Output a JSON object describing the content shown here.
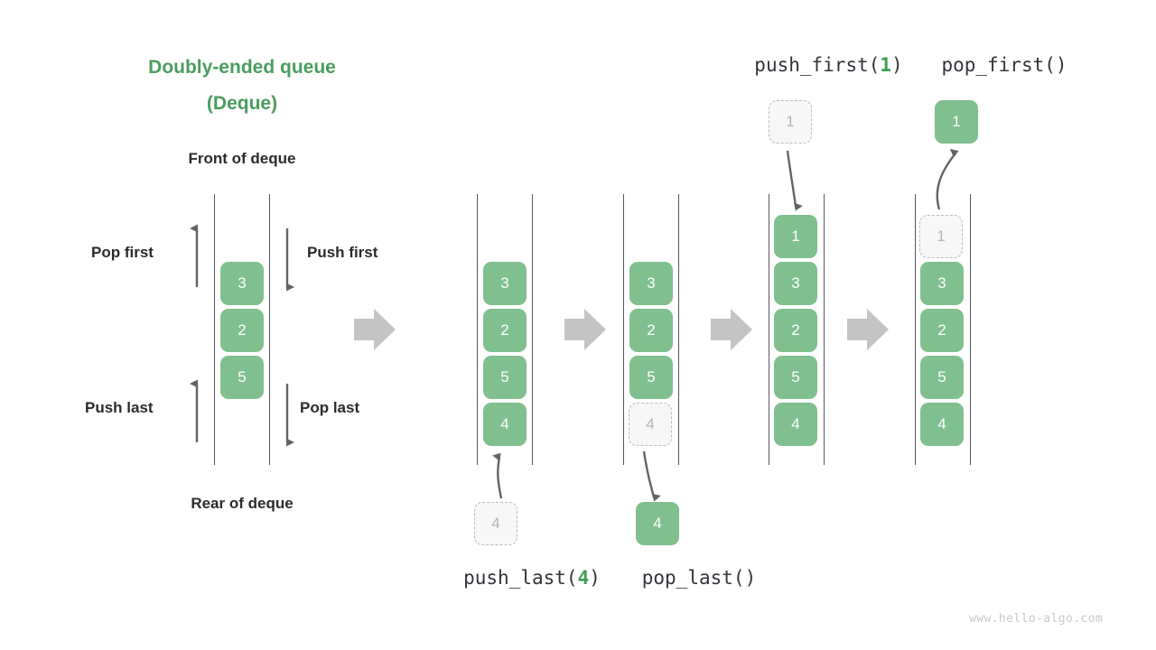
{
  "title": {
    "line1": "Doubly-ended queue",
    "line2": "(Deque)",
    "color": "#4a9d5f"
  },
  "labels": {
    "front": "Front of deque",
    "rear": "Rear of deque",
    "pop_first": "Pop first",
    "push_first": "Push first",
    "push_last": "Push last",
    "pop_last": "Pop last"
  },
  "operations": {
    "push_first": {
      "name": "push_first",
      "arg": "1",
      "open": "(",
      "close": ")"
    },
    "pop_first": {
      "name": "pop_first",
      "arg": "",
      "open": "(",
      "close": ")"
    },
    "push_last": {
      "name": "push_last",
      "arg": "4",
      "open": "(",
      "close": ")"
    },
    "pop_last": {
      "name": "pop_last",
      "arg": "",
      "open": "(",
      "close": ")"
    }
  },
  "colors": {
    "element": "#80bf8e",
    "ghost_fill": "#f7f7f7",
    "ghost_border": "#bdbdbd",
    "rail": "#55585c",
    "arrow_gray": "#c4c4c4",
    "arrow_dark": "#616468",
    "title_green": "#4a9d5f",
    "text": "#2b2b2b"
  },
  "columns": [
    {
      "id": "initial",
      "boxes": [
        {
          "value": "3",
          "state": "filled"
        },
        {
          "value": "2",
          "state": "filled"
        },
        {
          "value": "5",
          "state": "filled"
        }
      ]
    },
    {
      "id": "after-push-last",
      "boxes": [
        {
          "value": "3",
          "state": "filled"
        },
        {
          "value": "2",
          "state": "filled"
        },
        {
          "value": "5",
          "state": "filled"
        },
        {
          "value": "4",
          "state": "filled"
        }
      ],
      "external": {
        "value": "4",
        "state": "ghost",
        "position": "bottom"
      }
    },
    {
      "id": "after-pop-last",
      "boxes": [
        {
          "value": "3",
          "state": "filled"
        },
        {
          "value": "2",
          "state": "filled"
        },
        {
          "value": "5",
          "state": "filled"
        },
        {
          "value": "4",
          "state": "ghost"
        }
      ],
      "external": {
        "value": "4",
        "state": "filled",
        "position": "bottom"
      }
    },
    {
      "id": "after-push-first",
      "boxes": [
        {
          "value": "1",
          "state": "filled"
        },
        {
          "value": "3",
          "state": "filled"
        },
        {
          "value": "2",
          "state": "filled"
        },
        {
          "value": "5",
          "state": "filled"
        },
        {
          "value": "4",
          "state": "filled"
        }
      ],
      "external": {
        "value": "1",
        "state": "ghost",
        "position": "top"
      }
    },
    {
      "id": "after-pop-first",
      "boxes": [
        {
          "value": "1",
          "state": "ghost"
        },
        {
          "value": "3",
          "state": "filled"
        },
        {
          "value": "2",
          "state": "filled"
        },
        {
          "value": "5",
          "state": "filled"
        },
        {
          "value": "4",
          "state": "filled"
        }
      ],
      "external": {
        "value": "1",
        "state": "filled",
        "position": "top"
      }
    }
  ],
  "watermark": "www.hello-algo.com"
}
